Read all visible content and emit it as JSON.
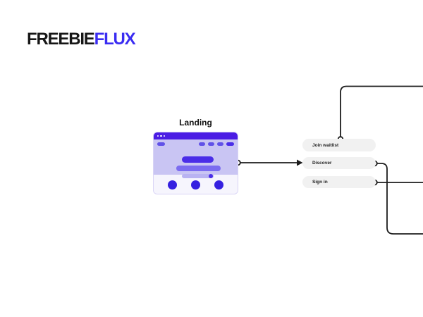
{
  "logo": {
    "part1": "FREEBIE",
    "part2": "FLUX"
  },
  "colors": {
    "logo_black": "#161616",
    "logo_blue": "#3a2cf2",
    "line": "#1c1c1c",
    "node_header": "#4a1ce4",
    "node_body": "#c9c5f3",
    "node_footer": "#f6f5fd",
    "pill_dark": "#4a2de8",
    "pill_medium": "#7b6cf0",
    "pill_light": "#b9b3f2",
    "pill_nav": "#6152e8",
    "circle": "#3520e0",
    "button_bg": "#f1f1f1",
    "button_text": "#222222"
  },
  "node": {
    "title": "Landing"
  },
  "buttons": [
    {
      "label": "Join waitlist"
    },
    {
      "label": "Discover"
    },
    {
      "label": "Sign in"
    }
  ],
  "edges": [
    {
      "from": "join-waitlist-top",
      "to": "offscreen-top-right"
    },
    {
      "from": "landing-right",
      "to": "discover",
      "arrow": true
    },
    {
      "from": "discover-right",
      "to": "offscreen-bottom-right"
    },
    {
      "from": "sign-in-right",
      "to": "offscreen-right"
    }
  ]
}
